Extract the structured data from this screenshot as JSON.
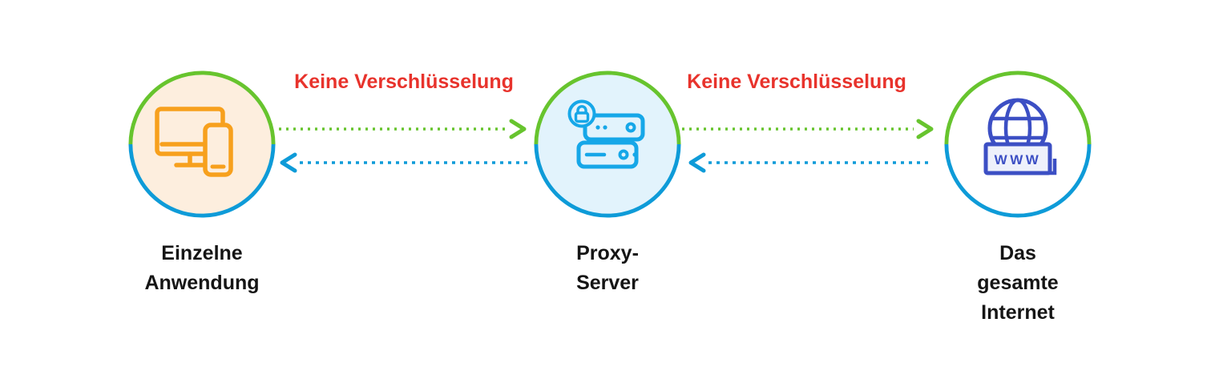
{
  "nodes": [
    {
      "id": "single-application",
      "icon": "devices-icon",
      "label_lines": [
        "Einzelne",
        "Anwendung"
      ]
    },
    {
      "id": "proxy-server",
      "icon": "proxy-server-icon",
      "label_lines": [
        "Proxy-",
        "Server"
      ]
    },
    {
      "id": "whole-internet",
      "icon": "globe-www-icon",
      "icon_text": "WWW",
      "label_lines": [
        "Das",
        "gesamte",
        "Internet"
      ]
    }
  ],
  "connections": [
    {
      "from": "single-application",
      "to": "proxy-server",
      "label": "Keine Verschlüsselung"
    },
    {
      "from": "proxy-server",
      "to": "whole-internet",
      "label": "Keine Verschlüsselung"
    }
  ],
  "colors": {
    "arrow_green": "#67c42e",
    "arrow_blue": "#0e9bd8",
    "warning_red": "#e8332c",
    "device_orange": "#f7a01d",
    "proxy_blue": "#16a7e8",
    "internet_indigo": "#3c4fc4",
    "node_fill_app": "#fdeede",
    "node_fill_proxy": "#e2f3fc",
    "node_fill_internet": "#ffffff",
    "label_text": "#151515"
  }
}
